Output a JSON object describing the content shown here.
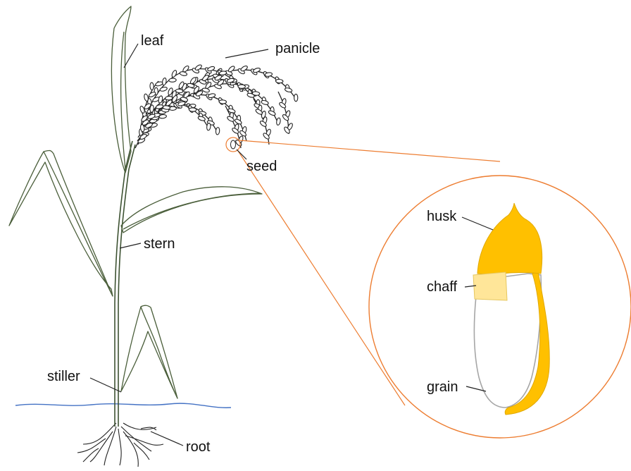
{
  "labels": {
    "leaf": "leaf",
    "panicle": "panicle",
    "seed": "seed",
    "stern": "stern",
    "stiller": "stiller",
    "root": "root",
    "husk": "husk",
    "chaff": "chaff",
    "grain": "grain"
  },
  "colors": {
    "husk": "#FFC000",
    "chaff": "#FFE699",
    "zoom_circle": "#ED7D31",
    "ground_line": "#4472C4",
    "plant_outline": "#4a5e3a",
    "grain_outline": "#A6A6A6"
  }
}
